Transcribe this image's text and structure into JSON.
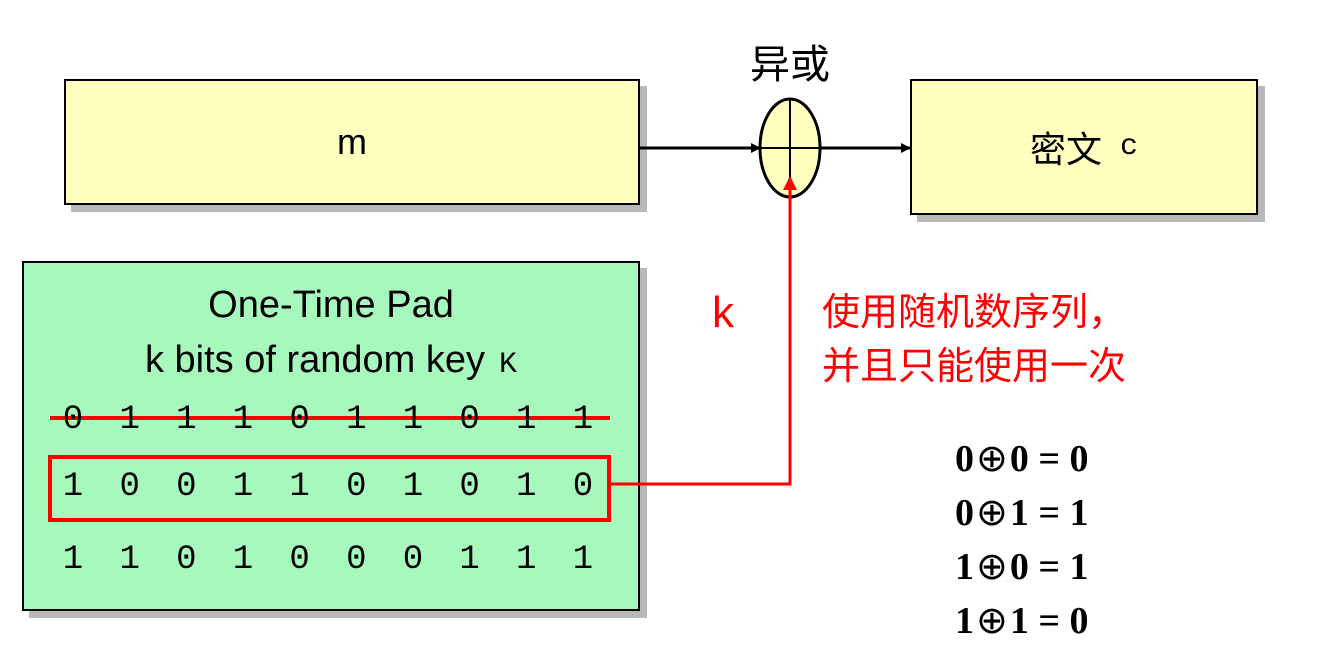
{
  "xor_label": "异或",
  "message_box": {
    "label": "m"
  },
  "cipher_box": {
    "label": "密文",
    "var": "c"
  },
  "pad_box": {
    "title": "One-Time Pad",
    "subtitle": "k bits of random key",
    "subtitle_var": "K",
    "rows": [
      {
        "bits": [
          "0",
          "1",
          "1",
          "1",
          "0",
          "1",
          "1",
          "0",
          "1",
          "1"
        ],
        "state": "used"
      },
      {
        "bits": [
          "1",
          "0",
          "0",
          "1",
          "1",
          "0",
          "1",
          "0",
          "1",
          "0"
        ],
        "state": "current"
      },
      {
        "bits": [
          "1",
          "1",
          "0",
          "1",
          "0",
          "0",
          "0",
          "1",
          "1",
          "1"
        ],
        "state": "unused"
      }
    ]
  },
  "key_label": "k",
  "note_lines": [
    "使用随机数序列，",
    "并且只能使用一次"
  ],
  "xor_rules": [
    {
      "a": "0",
      "op": "⊕",
      "b": "0",
      "eq": "=",
      "result": "0"
    },
    {
      "a": "0",
      "op": "⊕",
      "b": "1",
      "eq": "=",
      "result": "1"
    },
    {
      "a": "1",
      "op": "⊕",
      "b": "0",
      "eq": "=",
      "result": "1"
    },
    {
      "a": "1",
      "op": "⊕",
      "b": "1",
      "eq": "=",
      "result": "0"
    }
  ],
  "colors": {
    "box_yellow": "#ffffc0",
    "box_green": "#a6f8bd",
    "highlight_red": "#ff0000",
    "text": "#000000"
  }
}
